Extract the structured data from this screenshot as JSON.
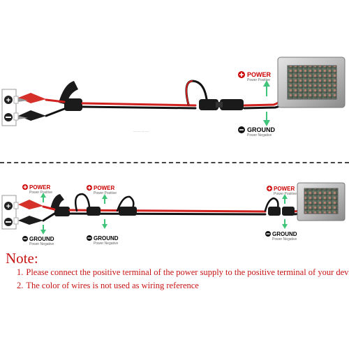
{
  "panel1": {
    "power_label": "POWER",
    "power_sub": "Power Positive",
    "ground_label": "GROUND",
    "ground_sub": "Power Negative"
  },
  "panel2": {
    "power_label_1": "POWER",
    "power_sub_1": "Power Positive",
    "ground_label_1": "GROUND",
    "ground_sub_1": "Power Negative",
    "power_label_2": "POWER",
    "power_sub_2": "Power Positive",
    "ground_label_2": "GROUND",
    "ground_sub_2": "Power Negative",
    "power_label_3": "POWER",
    "power_sub_3": "Power Positive",
    "ground_label_3": "GROUND",
    "ground_sub_3": "Power Negative"
  },
  "note": {
    "title": "Note:",
    "line1_num": "1.",
    "line1": "Please connect the positive terminal of the power supply to the positive terminal of your device",
    "line2_num": "2.",
    "line2": "The color of wires is not used as wiring reference"
  },
  "colors": {
    "note_red": "#c81414",
    "wire_red": "#d0201e",
    "wire_black": "#111111",
    "arrow_green": "#3fc47a"
  }
}
